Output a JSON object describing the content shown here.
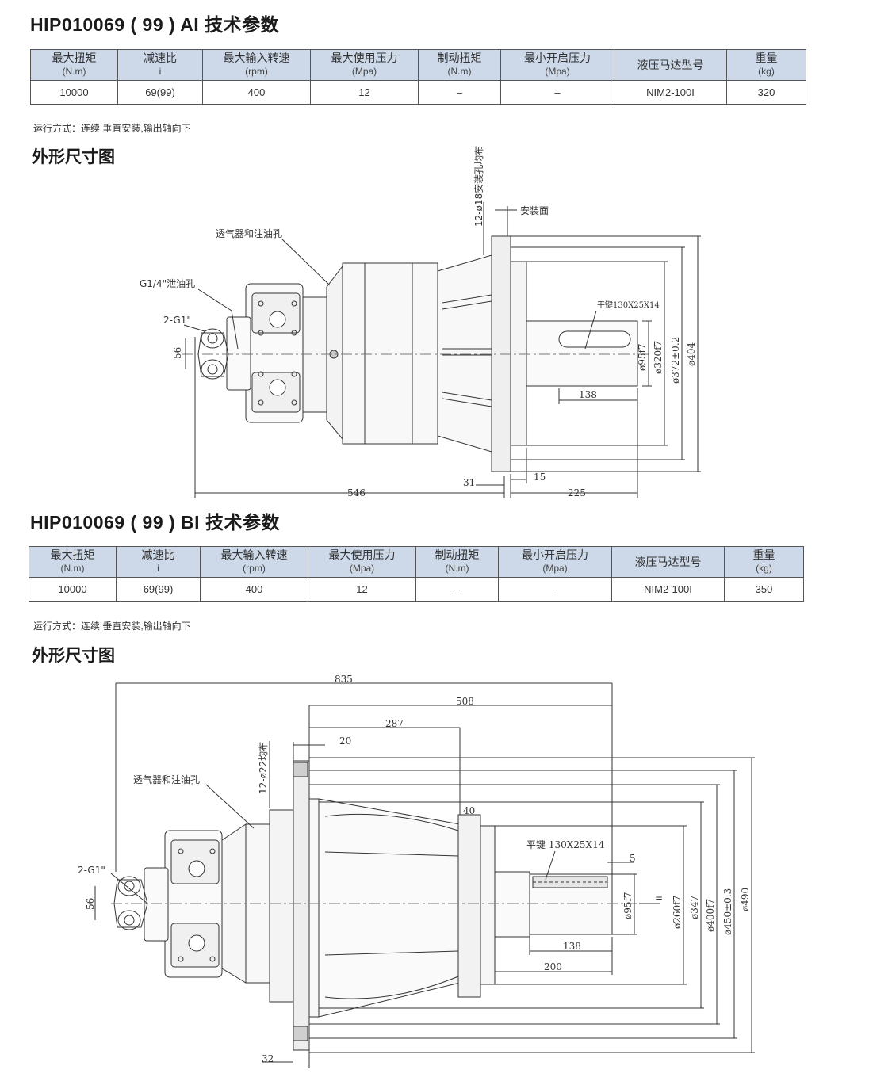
{
  "section_a": {
    "title": "HIP010069 ( 99 ) AI  技术参数",
    "headers": [
      {
        "name": "最大扭矩",
        "unit": "(N.m)"
      },
      {
        "name": "减速比",
        "unit": "i"
      },
      {
        "name": "最大输入转速",
        "unit": "(rpm)"
      },
      {
        "name": "最大使用压力",
        "unit": "(Mpa)"
      },
      {
        "name": "制动扭矩",
        "unit": "(N.m)"
      },
      {
        "name": "最小开启压力",
        "unit": "(Mpa)"
      },
      {
        "name": "液压马达型号",
        "unit": ""
      },
      {
        "name": "重量",
        "unit": "(kg)"
      }
    ],
    "row": [
      "10000",
      "69(99)",
      "400",
      "12",
      "–",
      "–",
      "NIM2-100I",
      "320"
    ],
    "note": "运行方式：连续 垂直安装,输出轴向下",
    "drawing_title": "外形尺寸图",
    "drawing": {
      "holes": "12-ø18安装孔均布",
      "mount_face": "安装面",
      "vent": "透气器和注油孔",
      "drain": "G1/4\"泄油孔",
      "port": "2-G1\"",
      "key": "平键130X25X14",
      "d56": "56",
      "d95": "ø95f7",
      "d320": "ø320f7",
      "d372": "ø372±0.2",
      "d404": "ø404",
      "d138": "138",
      "d546": "546",
      "d31": "31",
      "d15": "15",
      "d225": "225"
    }
  },
  "section_b": {
    "title": "HIP010069 ( 99 ) BI  技术参数",
    "headers": [
      {
        "name": "最大扭矩",
        "unit": "(N.m)"
      },
      {
        "name": "减速比",
        "unit": "i"
      },
      {
        "name": "最大输入转速",
        "unit": "(rpm)"
      },
      {
        "name": "最大使用压力",
        "unit": "(Mpa)"
      },
      {
        "name": "制动扭矩",
        "unit": "(N.m)"
      },
      {
        "name": "最小开启压力",
        "unit": "(Mpa)"
      },
      {
        "name": "液压马达型号",
        "unit": ""
      },
      {
        "name": "重量",
        "unit": "(kg)"
      }
    ],
    "row": [
      "10000",
      "69(99)",
      "400",
      "12",
      "–",
      "–",
      "NIM2-100I",
      "350"
    ],
    "note": "运行方式：连续 垂直安装,输出轴向下",
    "drawing_title": "外形尺寸图",
    "drawing": {
      "holes": "12-ø22均布",
      "vent": "透气器和注油孔",
      "port": "2-G1\"",
      "key": "平键  130X25X14",
      "d835": "835",
      "d508": "508",
      "d287": "287",
      "d20": "20",
      "d40": "40",
      "d5": "5",
      "d56": "56",
      "d95": "ø95f7",
      "d260": "ø260f7",
      "d347": "ø347",
      "d400": "ø400f7",
      "d450": "ø450±0.3",
      "d490": "ø490",
      "d138": "138",
      "d200": "200",
      "d32": "32",
      "mark": "="
    }
  }
}
